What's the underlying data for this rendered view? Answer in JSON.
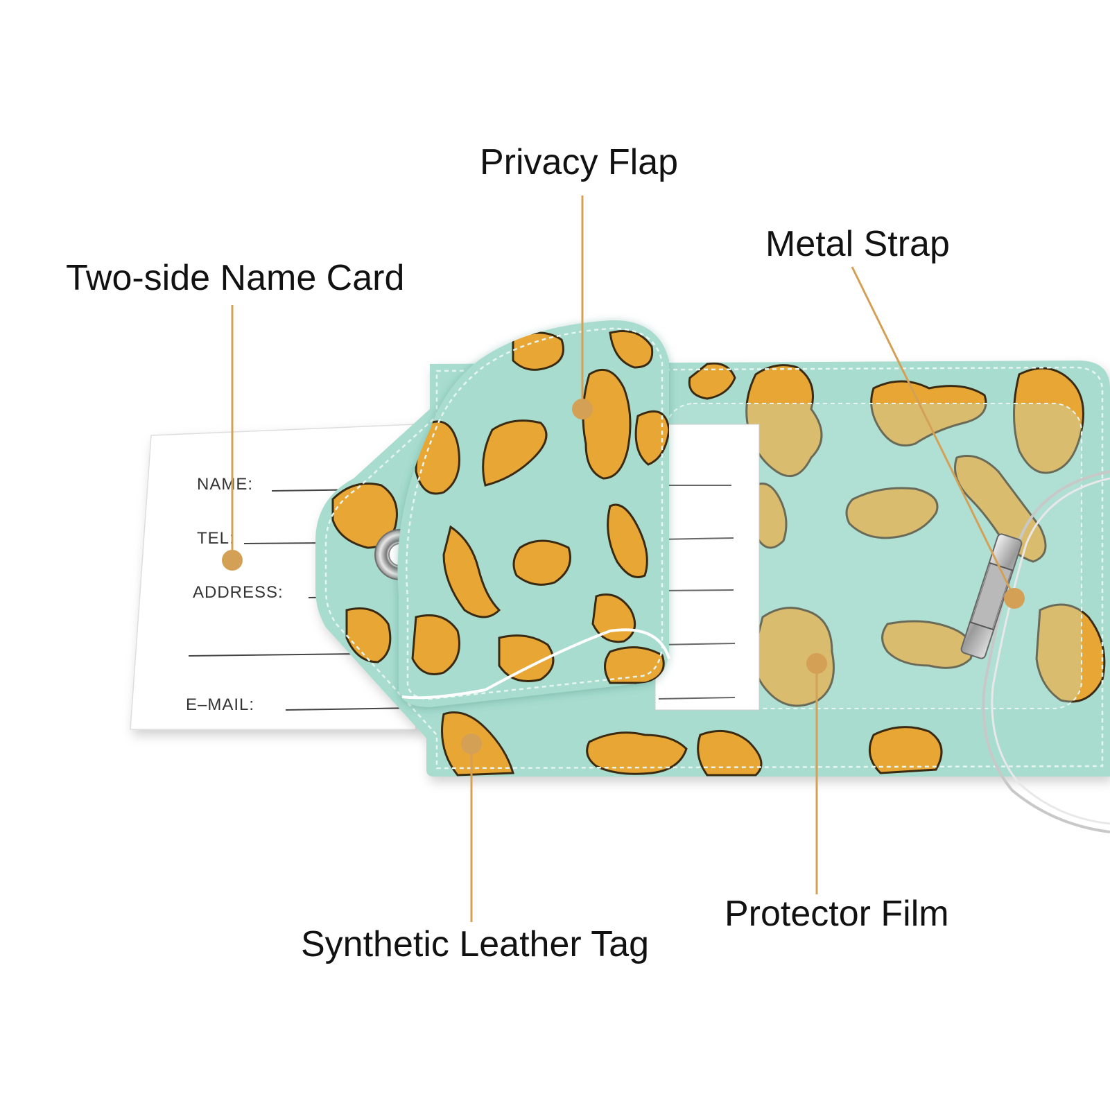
{
  "callouts": {
    "privacy_flap": "Privacy Flap",
    "metal_strap": "Metal Strap",
    "name_card": "Two-side Name Card",
    "leather_tag": "Synthetic Leather Tag",
    "protector_film": "Protector Film"
  },
  "name_card_fields": {
    "name": "NAME:",
    "tel": "TEL:",
    "address": "ADDRESS:",
    "email": "E–MAIL:"
  },
  "colors": {
    "leather": "#a8dccf",
    "nugget": "#e8a634",
    "nugget_outline": "#3b2a12",
    "leader_line": "#d4a056",
    "card": "#ffffff"
  }
}
